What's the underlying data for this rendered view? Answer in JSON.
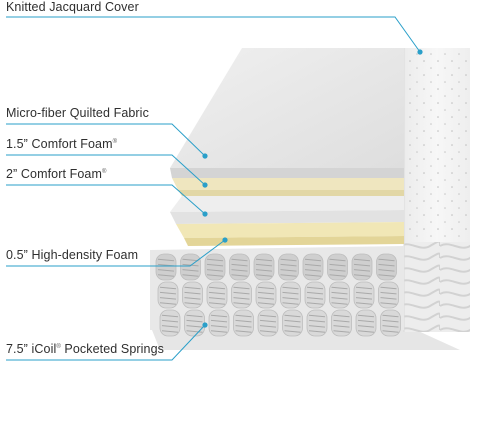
{
  "colors": {
    "leader": "#2a9fc9",
    "cover": "#f4f4f4",
    "fabric": "#e4e4e4",
    "comfort_foam": "#efe6bf",
    "white_foam": "#ebebeb",
    "hd_foam": "#f1e7b6",
    "springs": "#d6d6d6"
  },
  "layers": [
    {
      "text": "Knitted Jacquard Cover",
      "mark": ""
    },
    {
      "text": "Micro-fiber Quilted Fabric",
      "mark": ""
    },
    {
      "text": "1.5” Comfort Foam",
      "mark": "®"
    },
    {
      "text": "2” Comfort Foam",
      "mark": "®"
    },
    {
      "text": "0.5” High-density Foam",
      "mark": ""
    },
    {
      "text": "7.5” iCoil",
      "mark": "®",
      "suffix": " Pocketed Springs"
    }
  ]
}
